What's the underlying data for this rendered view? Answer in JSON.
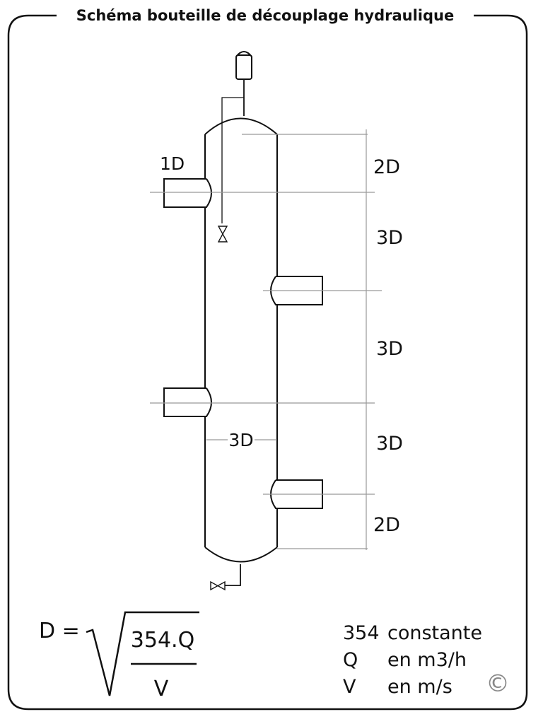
{
  "title": "Schéma bouteille de découplage hydraulique",
  "labels": {
    "inlet_diameter": "1D",
    "bottle_diameter": "3D",
    "dimensions": [
      "2D",
      "3D",
      "3D",
      "3D",
      "2D"
    ]
  },
  "formula": {
    "lhs": "D =",
    "numerator": "354.Q",
    "denominator": "V"
  },
  "legend": [
    {
      "symbol": "354",
      "text": "constante"
    },
    {
      "symbol": "Q",
      "text": "en m3/h"
    },
    {
      "symbol": "V",
      "text": "en m/s"
    }
  ],
  "copyright": "©"
}
